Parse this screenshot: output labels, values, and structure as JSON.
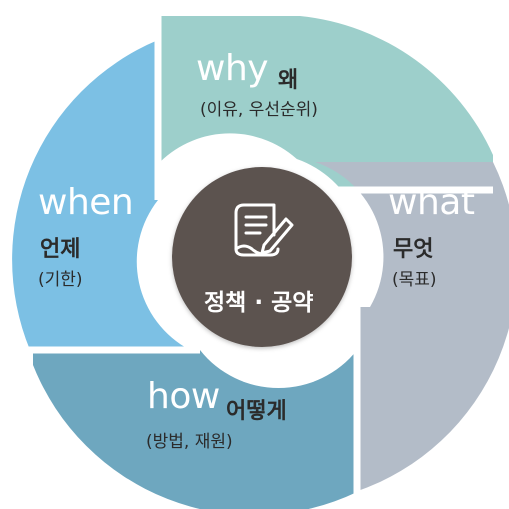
{
  "colors": {
    "why": "#9dcfcb",
    "what": "#b3bcc8",
    "how": "#6ea7bf",
    "when": "#7cc0e4",
    "hub": "#5c5350",
    "outline": "#ffffff"
  },
  "center": {
    "icon": "document-pen-icon",
    "title": "정책 · 공약"
  },
  "segments": {
    "why": {
      "en": "why",
      "ko": "왜",
      "sub": "(이유, 우선순위)"
    },
    "what": {
      "en": "what",
      "ko": "무엇",
      "sub": "(목표)"
    },
    "how": {
      "en": "how",
      "ko": "어떻게",
      "sub": "(방법, 재원)"
    },
    "when": {
      "en": "when",
      "ko": "언제",
      "sub": "(기한)"
    }
  }
}
